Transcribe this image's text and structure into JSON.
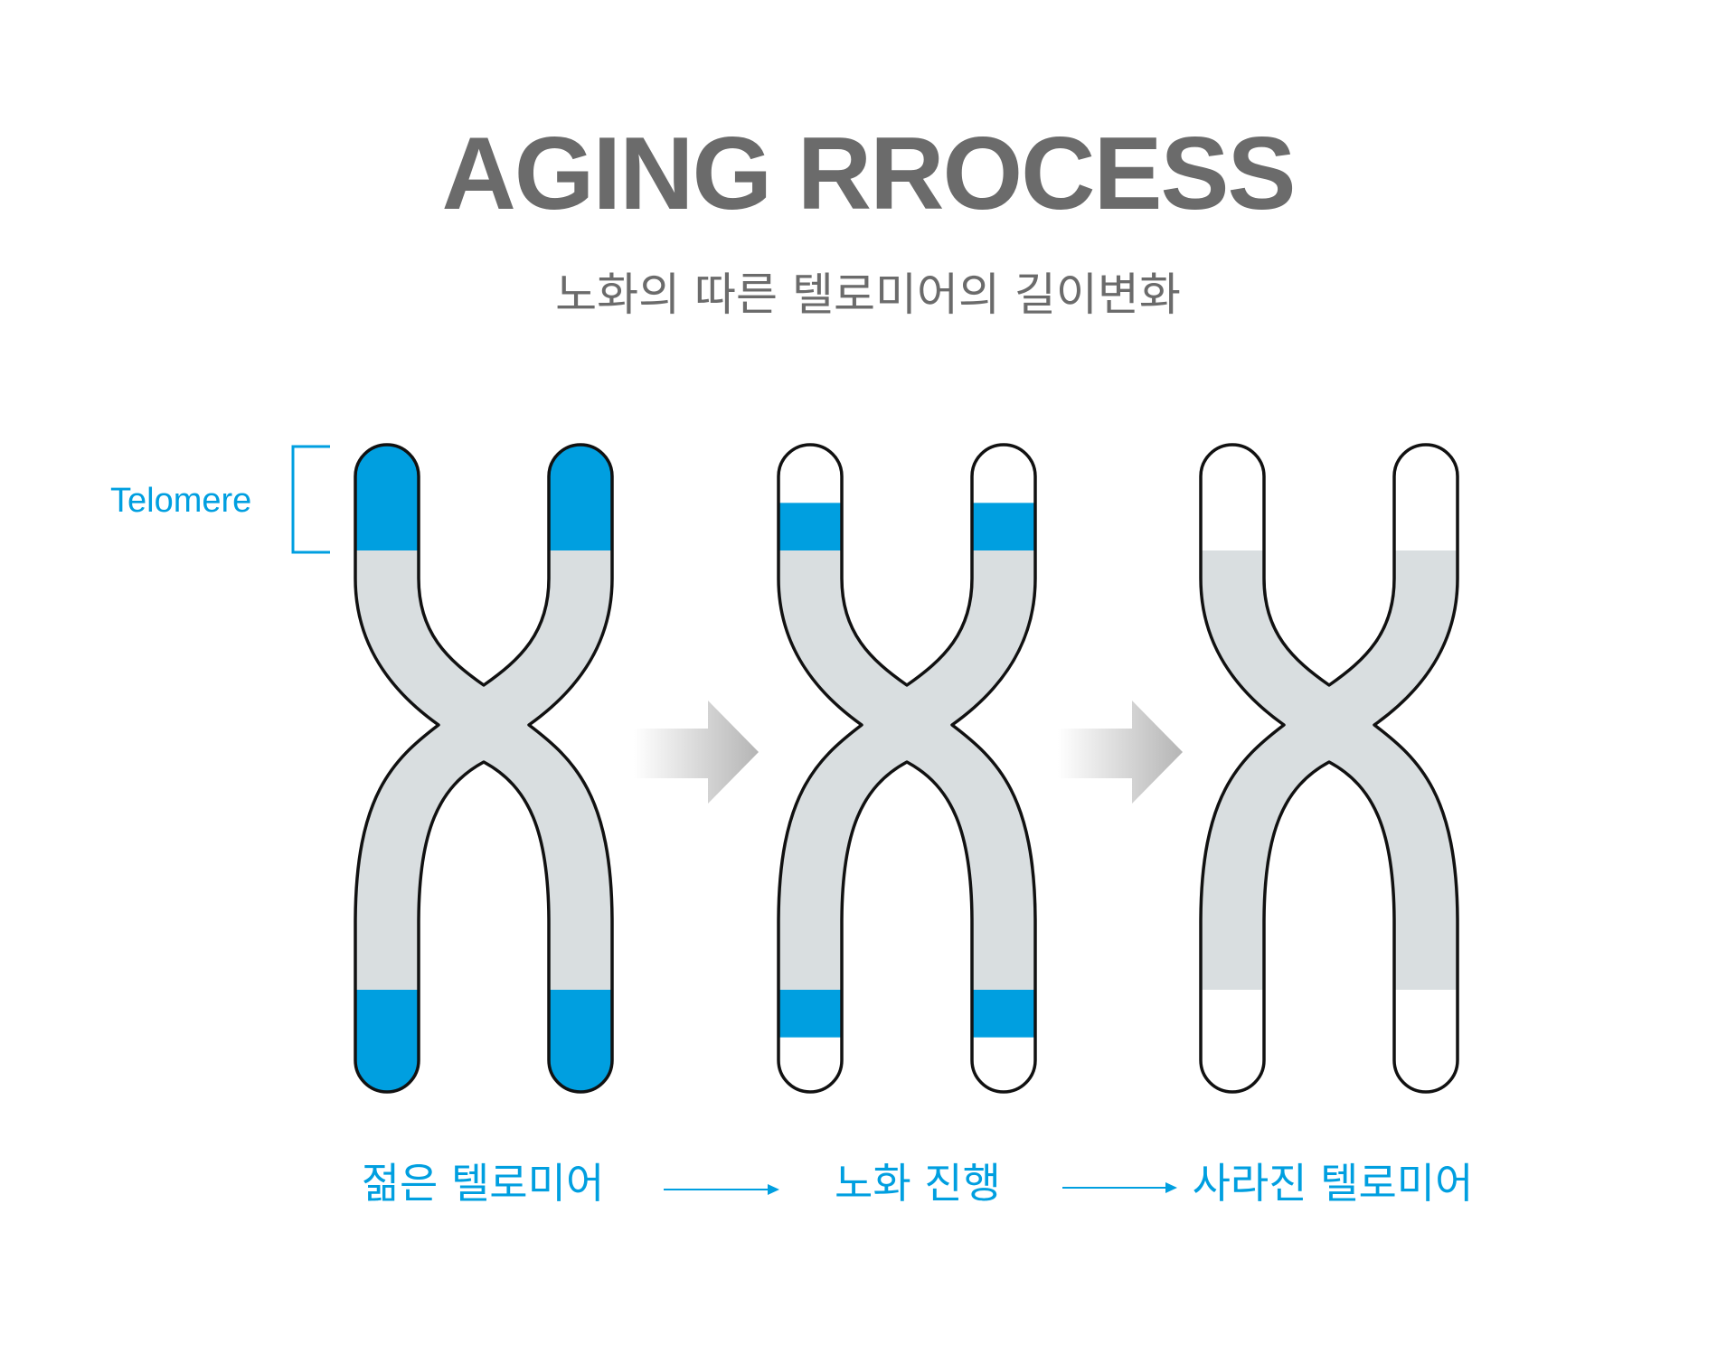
{
  "title": "AGING RROCESS",
  "subtitle": "노화의 따른 텔로미어의 길이변화",
  "telomere_label": "Telomere",
  "stages": [
    {
      "label": "젊은 텔로미어",
      "telomere_fraction": 1.0
    },
    {
      "label": "노화 진행",
      "telomere_fraction": 0.45
    },
    {
      "label": "사라진 텔로미어",
      "telomere_fraction": 0.0
    }
  ],
  "colors": {
    "telomere": "#009fe0",
    "chromosome": "#d9dee0",
    "outline": "#111111",
    "title": "#6b6b6b",
    "arrow_start": "#ffffff",
    "arrow_end": "#b5b5b5"
  }
}
